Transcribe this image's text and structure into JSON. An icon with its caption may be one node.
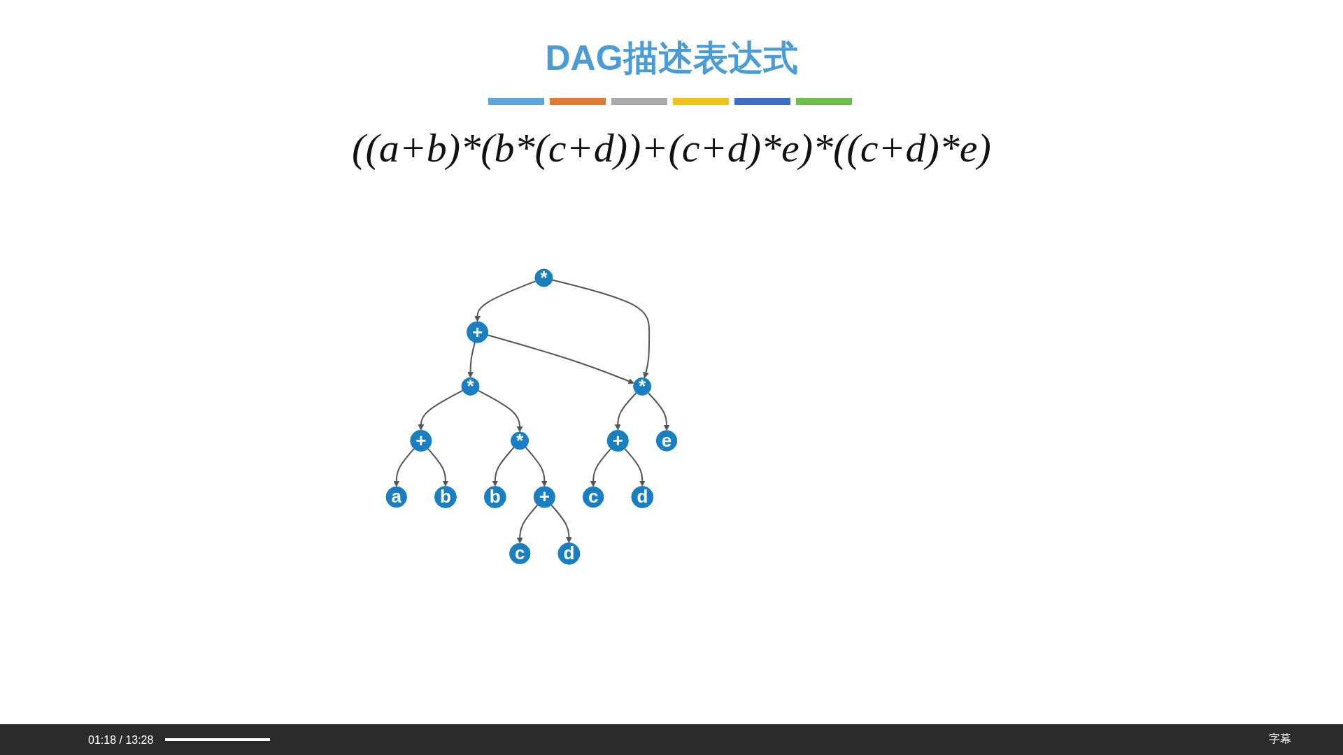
{
  "diagram": {
    "title": "DAG描述表达式",
    "nodes": [
      {
        "text": [
          "*"
        ]
      },
      {
        "text": [
          "+"
        ]
      },
      {
        "text": [
          "*"
        ]
      },
      {
        "text": [
          "*"
        ]
      },
      {
        "text": [
          "+"
        ]
      },
      {
        "text": [
          "*"
        ]
      },
      {
        "text": [
          "+"
        ]
      },
      {
        "text": [
          "e"
        ]
      },
      {
        "text": [
          "a"
        ]
      },
      {
        "text": [
          "b"
        ]
      },
      {
        "text": [
          "b"
        ]
      },
      {
        "text": [
          "+"
        ]
      },
      {
        "text": [
          "c"
        ]
      },
      {
        "text": [
          "d"
        ]
      },
      {
        "text": [
          "c"
        ]
      },
      {
        "text": [
          "d"
        ]
      }
    ],
    "edges": [
      {
        "from": 0,
        "to": 1,
        "arrow": "to"
      },
      {
        "from": 0,
        "to": 3,
        "arrow": "to"
      },
      {
        "from": 1,
        "to": 2,
        "arrow": "to"
      },
      {
        "from": 1,
        "to": 3,
        "arrow": "to"
      },
      {
        "from": 2,
        "to": 4,
        "arrow": "to"
      },
      {
        "from": 2,
        "to": 5,
        "arrow": "to"
      },
      {
        "from": 3,
        "to": 6,
        "arrow": "to"
      },
      {
        "from": 3,
        "to": 7,
        "arrow": "to"
      },
      {
        "from": 4,
        "to": 8,
        "arrow": "to"
      },
      {
        "from": 4,
        "to": 9,
        "arrow": "to"
      },
      {
        "from": 5,
        "to": 10,
        "arrow": "to"
      },
      {
        "from": 5,
        "to": 11,
        "arrow": "to"
      },
      {
        "from": 6,
        "to": 12,
        "arrow": "to"
      },
      {
        "from": 6,
        "to": 13,
        "arrow": "to"
      },
      {
        "from": 11,
        "to": 14,
        "arrow": "to"
      },
      {
        "from": 11,
        "to": 15,
        "arrow": "to"
      }
    ],
    "labels": [
      "((a+b)*(b*(c+d))+(c+d)*e)*((c+d)*e)",
      "01:18 / 13:28",
      "字幕"
    ]
  }
}
